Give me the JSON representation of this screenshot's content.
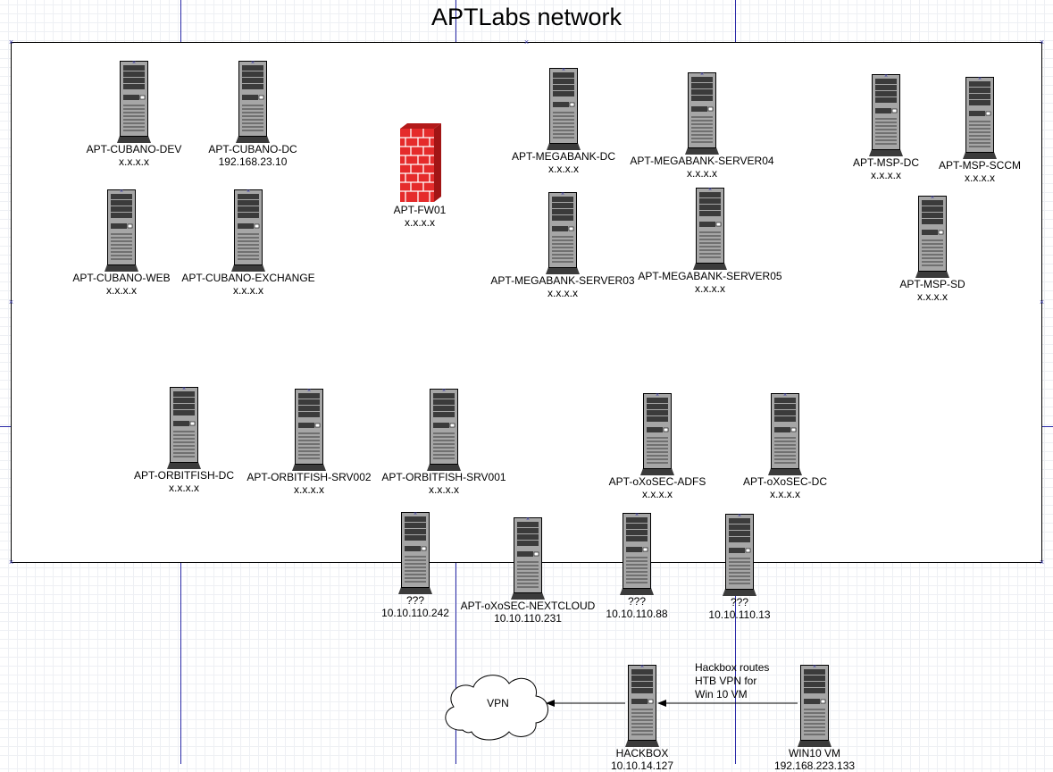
{
  "title": "APTLabs network",
  "colors": {
    "server_body": "#a6a6a6",
    "server_dark": "#3b3b3b",
    "firewall_red": "#e52b2b",
    "guide_line": "#2a2aa8",
    "grid": "#eef0f4"
  },
  "icons": {
    "server": "server-tower-icon",
    "firewall": "firewall-brick-icon",
    "cloud": "cloud-icon"
  },
  "nodes": [
    {
      "id": "cubano-dev",
      "type": "server",
      "name": "APT-CUBANO-DEV",
      "ip": "x.x.x.x"
    },
    {
      "id": "cubano-dc",
      "type": "server",
      "name": "APT-CUBANO-DC",
      "ip": "192.168.23.10"
    },
    {
      "id": "cubano-web",
      "type": "server",
      "name": "APT-CUBANO-WEB",
      "ip": "x.x.x.x"
    },
    {
      "id": "cubano-exchange",
      "type": "server",
      "name": "APT-CUBANO-EXCHANGE",
      "ip": "x.x.x.x"
    },
    {
      "id": "fw01",
      "type": "firewall",
      "name": "APT-FW01",
      "ip": "x.x.x.x"
    },
    {
      "id": "megabank-dc",
      "type": "server",
      "name": "APT-MEGABANK-DC",
      "ip": "x.x.x.x"
    },
    {
      "id": "megabank-server04",
      "type": "server",
      "name": "APT-MEGABANK-SERVER04",
      "ip": "x.x.x.x"
    },
    {
      "id": "megabank-server03",
      "type": "server",
      "name": "APT-MEGABANK-SERVER03",
      "ip": "x.x.x.x"
    },
    {
      "id": "megabank-server05",
      "type": "server",
      "name": "APT-MEGABANK-SERVER05",
      "ip": "x.x.x.x"
    },
    {
      "id": "msp-dc",
      "type": "server",
      "name": "APT-MSP-DC",
      "ip": "x.x.x.x"
    },
    {
      "id": "msp-sccm",
      "type": "server",
      "name": "APT-MSP-SCCM",
      "ip": "x.x.x.x"
    },
    {
      "id": "msp-sd",
      "type": "server",
      "name": "APT-MSP-SD",
      "ip": "x.x.x.x"
    },
    {
      "id": "orbitfish-dc",
      "type": "server",
      "name": "APT-ORBITFISH-DC",
      "ip": "x.x.x.x"
    },
    {
      "id": "orbitfish-srv002",
      "type": "server",
      "name": "APT-ORBITFISH-SRV002",
      "ip": "x.x.x.x"
    },
    {
      "id": "orbitfish-srv001",
      "type": "server",
      "name": "APT-ORBITFISH-SRV001",
      "ip": "x.x.x.x"
    },
    {
      "id": "oxosec-adfs",
      "type": "server",
      "name": "APT-oXoSEC-ADFS",
      "ip": "x.x.x.x"
    },
    {
      "id": "oxosec-dc",
      "type": "server",
      "name": "APT-oXoSEC-DC",
      "ip": "x.x.x.x"
    },
    {
      "id": "unknown-242",
      "type": "server",
      "name": "???",
      "ip": "10.10.110.242"
    },
    {
      "id": "oxosec-nextcloud",
      "type": "server",
      "name": "APT-oXoSEC-NEXTCLOUD",
      "ip": "10.10.110.231"
    },
    {
      "id": "unknown-88",
      "type": "server",
      "name": "???",
      "ip": "10.10.110.88"
    },
    {
      "id": "unknown-13",
      "type": "server",
      "name": "???",
      "ip": "10.10.110.13"
    },
    {
      "id": "hackbox",
      "type": "server",
      "name": "HACKBOX",
      "ip": "10.10.14.127"
    },
    {
      "id": "win10vm",
      "type": "server",
      "name": "WIN10 VM",
      "ip": "192.168.223.133"
    }
  ],
  "vpn": {
    "label": "VPN"
  },
  "note": {
    "lines": [
      "Hackbox routes",
      "HTB VPN for",
      "Win 10 VM"
    ]
  },
  "links": [
    {
      "from": "win10vm",
      "to": "hackbox"
    },
    {
      "from": "hackbox",
      "to": "vpn"
    }
  ]
}
